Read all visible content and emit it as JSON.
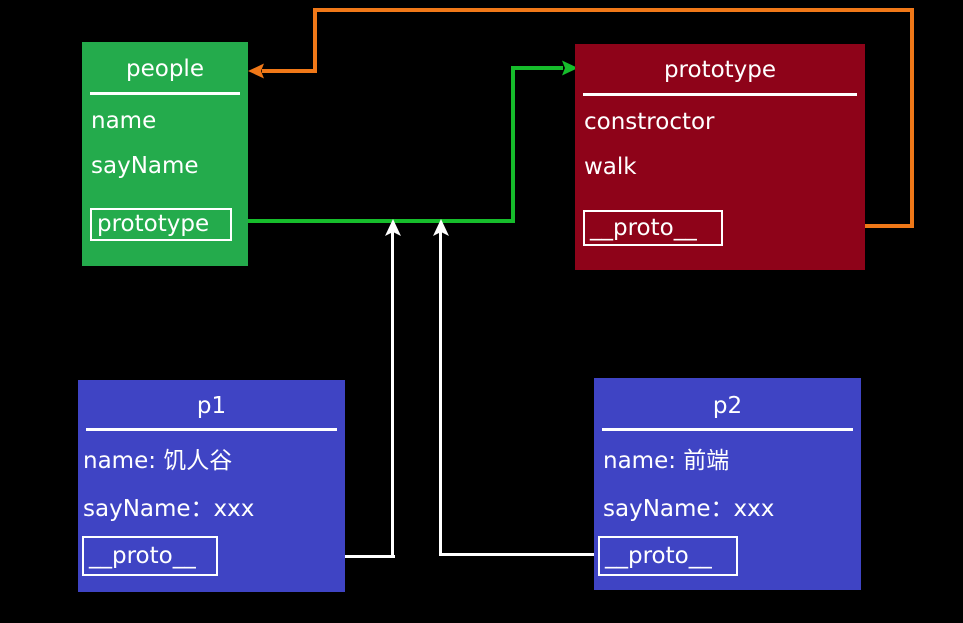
{
  "diagram": {
    "title": "JavaScript prototype chain diagram",
    "background": "#000000",
    "colors": {
      "constructor_node": "#24ab4c",
      "prototype_node": "#8e0319",
      "instance_node": "#3f44c4",
      "proto_link": "#f07818",
      "prototype_link": "#16bd2b",
      "instance_link": "#ffffff",
      "text": "#ffffff"
    },
    "nodes": [
      {
        "id": "people",
        "title": "people",
        "rows": [
          "name",
          "sayName"
        ],
        "slot": "prototype"
      },
      {
        "id": "prototype",
        "title": "prototype",
        "rows": [
          "constroctor",
          "walk"
        ],
        "slot": "__proto__"
      },
      {
        "id": "p1",
        "title": "p1",
        "rows": [
          "name: 饥人谷",
          "sayName：xxx"
        ],
        "slot": "__proto__"
      },
      {
        "id": "p2",
        "title": "p2",
        "rows": [
          "name: 前端",
          "sayName：xxx"
        ],
        "slot": "__proto__"
      }
    ],
    "edges": [
      {
        "id": "edge-people-prototype",
        "from": "people.prototype",
        "to": "prototype",
        "color": "#16bd2b"
      },
      {
        "id": "edge-prototype-proto-people",
        "from": "prototype.__proto__",
        "to": "people",
        "color": "#f07818"
      },
      {
        "id": "edge-p1-proto",
        "from": "p1.__proto__",
        "to": "prototype-link",
        "color": "#ffffff"
      },
      {
        "id": "edge-p2-proto",
        "from": "p2.__proto__",
        "to": "prototype-link",
        "color": "#ffffff"
      }
    ]
  }
}
